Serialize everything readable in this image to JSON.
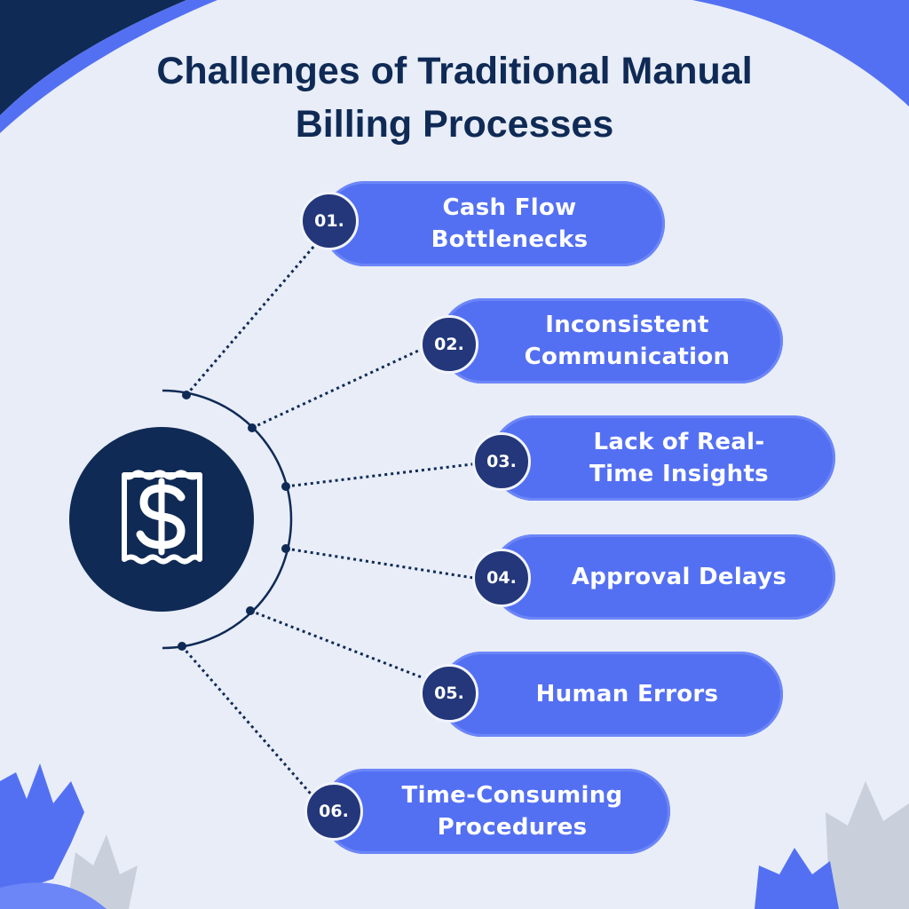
{
  "title": {
    "line1": "Challenges of Traditional Manual",
    "line2": "Billing Processes"
  },
  "hub": {
    "icon": "receipt-dollar-icon"
  },
  "items": [
    {
      "number": "01.",
      "label": "Cash Flow\nBottlenecks"
    },
    {
      "number": "02.",
      "label": "Inconsistent\nCommunication"
    },
    {
      "number": "03.",
      "label": "Lack of Real-\nTime Insights"
    },
    {
      "number": "04.",
      "label": "Approval Delays"
    },
    {
      "number": "05.",
      "label": "Human Errors"
    },
    {
      "number": "06.",
      "label": "Time-Consuming\nProcedures"
    }
  ],
  "colors": {
    "background": "#E8EDF8",
    "title": "#0F2A55",
    "pill": "#5470F2",
    "number_badge": "#23377A",
    "hub": "#0F2A55",
    "connector": "#0F2A55",
    "decoration_blue": "#5470F2",
    "decoration_grey": "#C9CFDB"
  }
}
